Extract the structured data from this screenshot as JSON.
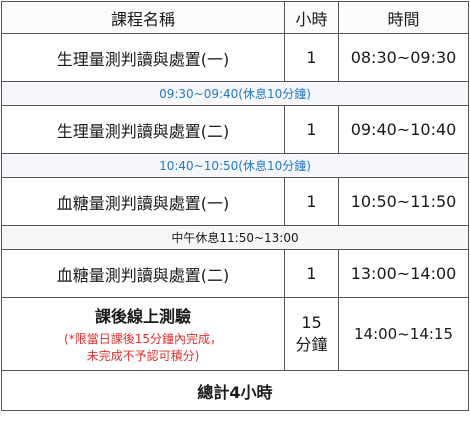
{
  "header": {
    "course": "課程名稱",
    "hours": "小時",
    "time": "時間"
  },
  "rows": [
    {
      "course": "生理量測判讀與處置(一)",
      "hours": "1",
      "time": "08:30~09:30"
    },
    {
      "course": "生理量測判讀與處置(二)",
      "hours": "1",
      "time": "09:40~10:40"
    },
    {
      "course": "血糖量測判讀與處置(一)",
      "hours": "1",
      "time": "10:50~11:50"
    },
    {
      "course": "血糖量測判讀與處置(二)",
      "hours": "1",
      "time": "13:00~14:00"
    }
  ],
  "breaks": [
    {
      "text": "09:30~09:40(休息10分鐘)"
    },
    {
      "text": "10:40~10:50(休息10分鐘)"
    },
    {
      "text": "中午休息11:50~13:00"
    }
  ],
  "test": {
    "title": "課後線上測驗",
    "note_line1": "(*限當日課後15分鐘內完成，",
    "note_line2": "未完成不予認可積分)",
    "hours_line1": "15",
    "hours_line2": "分鐘",
    "time": "14:00~14:15"
  },
  "total": "總計4小時",
  "colors": {
    "break_text": "#2478c8",
    "note_text": "#e03030",
    "border": "#555555"
  }
}
